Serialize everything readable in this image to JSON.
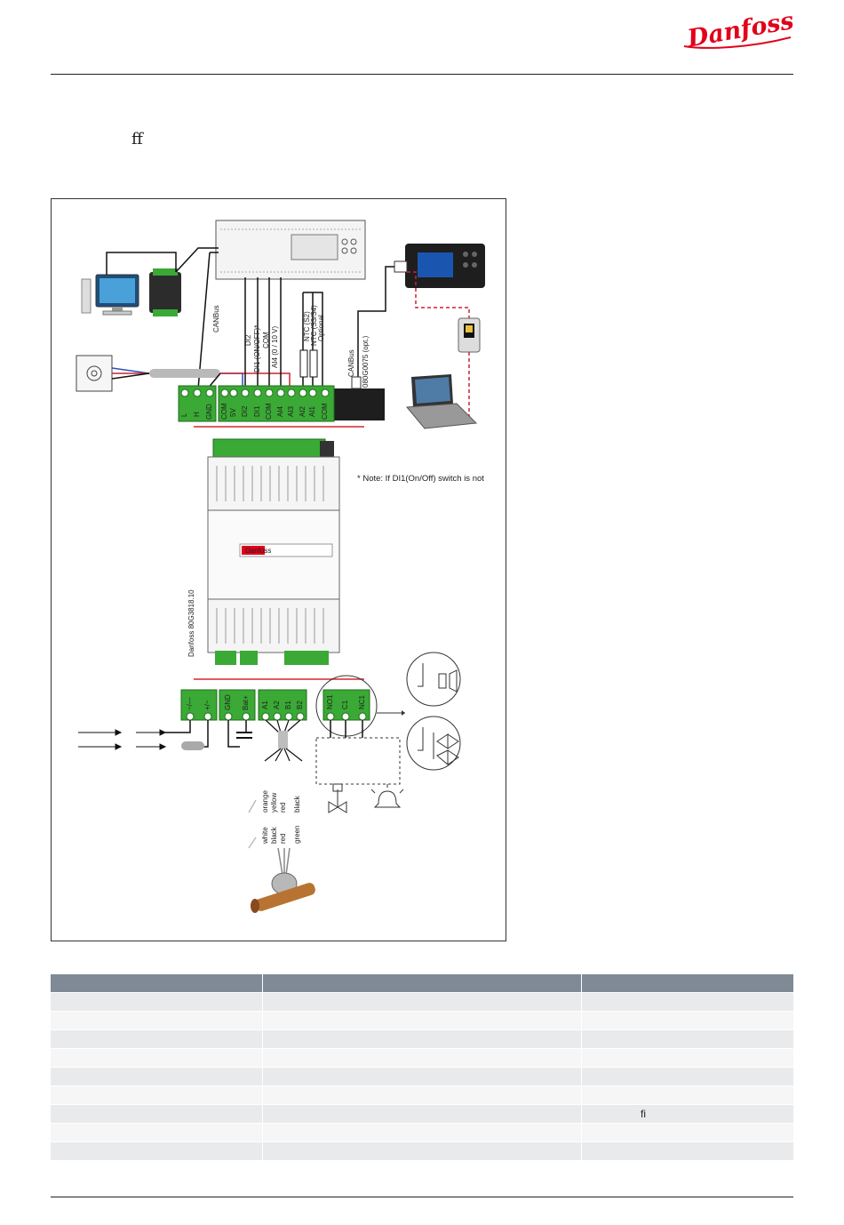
{
  "header": {
    "brand_logo_text": "Danfoss",
    "brand_color": "#e2001a",
    "heading_fragment": "ff"
  },
  "diagram": {
    "canbus_label_left": "CANBus",
    "canbus_label_right": "CANBus",
    "display_part": "080G0075 (opt.)",
    "di_labels": [
      "DI2",
      "DI1 (ON/OFF)*",
      "COM",
      "AI4 (0 / 10 V)"
    ],
    "ntc_labels": [
      "NTC (S2)",
      "NTC (S3/S4)",
      "Optional"
    ],
    "top_terminals": [
      "L",
      "H",
      "GND",
      "COM",
      "5V",
      "DI2",
      "DI1",
      "COM",
      "AI4",
      "AI3",
      "AI2",
      "AI1",
      "COM"
    ],
    "note": "* Note: If DI1(On/Off) switch is not",
    "controller_brand": "Danfoss",
    "controller_part": "Danfoss 80G3818.10",
    "power_terminals": [
      "~/—",
      "+/~",
      "GND",
      "Bat+"
    ],
    "stepper_terminals": [
      "A1",
      "A2",
      "B1",
      "B2"
    ],
    "relay_terminals": [
      "NO1",
      "C1",
      "NC1"
    ],
    "wire_colors_group1": [
      "orange",
      "yellow",
      "red",
      "black"
    ],
    "wire_colors_group2": [
      "white",
      "black",
      "red",
      "green"
    ],
    "accent_red": "#d7262b",
    "terminal_green": "#3aa935"
  },
  "table": {
    "header_color": "#7f8a96",
    "headers": [
      "",
      "",
      ""
    ],
    "rows": [
      [
        "",
        "",
        ""
      ],
      [
        "",
        "",
        ""
      ],
      [
        "",
        "",
        ""
      ],
      [
        "",
        "",
        ""
      ],
      [
        "",
        "",
        ""
      ],
      [
        "",
        "",
        ""
      ],
      [
        "",
        "",
        "ﬁ"
      ],
      [
        "",
        "",
        ""
      ],
      [
        "",
        "",
        ""
      ]
    ]
  }
}
